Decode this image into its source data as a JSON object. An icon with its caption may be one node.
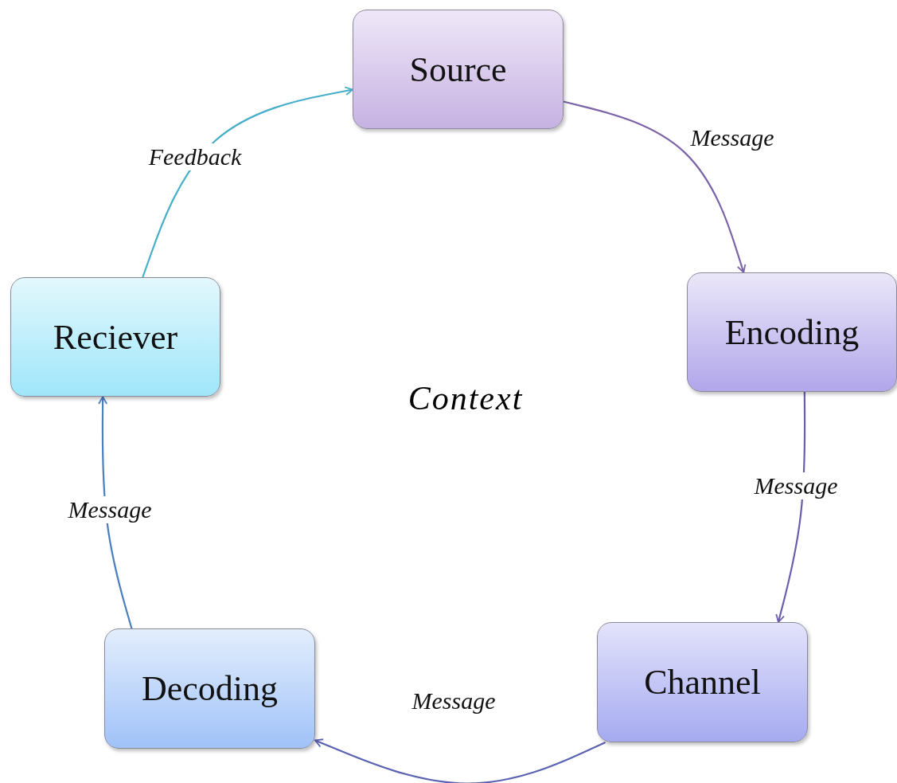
{
  "diagram": {
    "nodes": [
      {
        "text": [
          "Source"
        ]
      },
      {
        "text": [
          "Encoding"
        ]
      },
      {
        "text": [
          "Channel"
        ]
      },
      {
        "text": [
          "Decoding"
        ]
      },
      {
        "text": [
          "Reciever"
        ]
      }
    ],
    "edges": [
      {
        "from": 0,
        "to": 1,
        "arrow": "to",
        "label": "Message",
        "color": "#7b63a8"
      },
      {
        "from": 1,
        "to": 2,
        "arrow": "to",
        "label": "Message",
        "color": "#6b5cae"
      },
      {
        "from": 2,
        "to": 3,
        "arrow": "to",
        "label": "Message",
        "color": "#5a62b2"
      },
      {
        "from": 3,
        "to": 4,
        "arrow": "to",
        "label": "Message",
        "color": "#4a7fc2"
      },
      {
        "from": 4,
        "to": 0,
        "arrow": "to",
        "label": "Feedback",
        "color": "#45aec8"
      }
    ],
    "labels": [
      "Context"
    ]
  }
}
